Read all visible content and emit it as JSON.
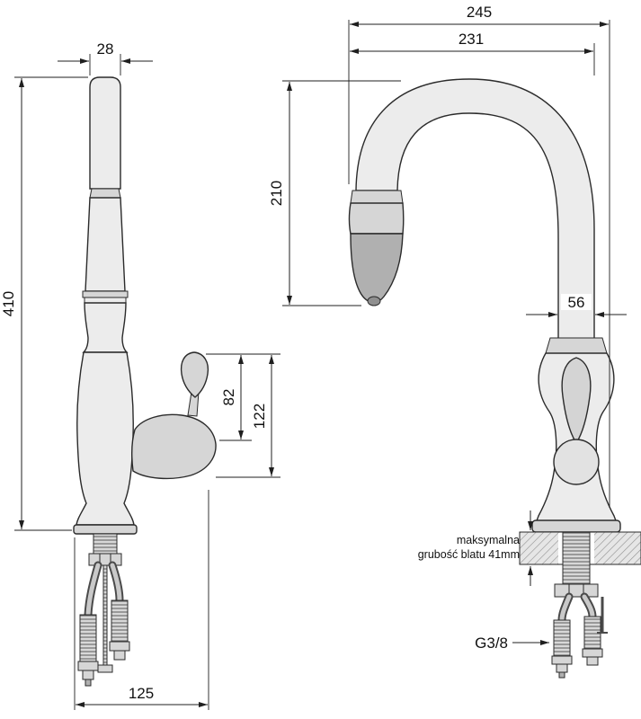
{
  "colors": {
    "line": "#1f1f1f",
    "body_fill": "#ececec",
    "accent_fill": "#d6d6d6",
    "dark_fill": "#b0b0b0",
    "counter_fill": "#e6e6e6"
  },
  "side_view": {
    "dim_spout_width": "28",
    "dim_total_height": "410",
    "dim_handle_height": "82",
    "dim_handle_overall": "122",
    "dim_base_depth": "125"
  },
  "front_view": {
    "dim_overall_reach": "245",
    "dim_spout_reach": "231",
    "dim_spout_height": "210",
    "dim_body_width": "56",
    "counter_note_line1": "maksymalna",
    "counter_note_line2": "grubość blatu 41mm",
    "thread_label": "G3/8"
  }
}
